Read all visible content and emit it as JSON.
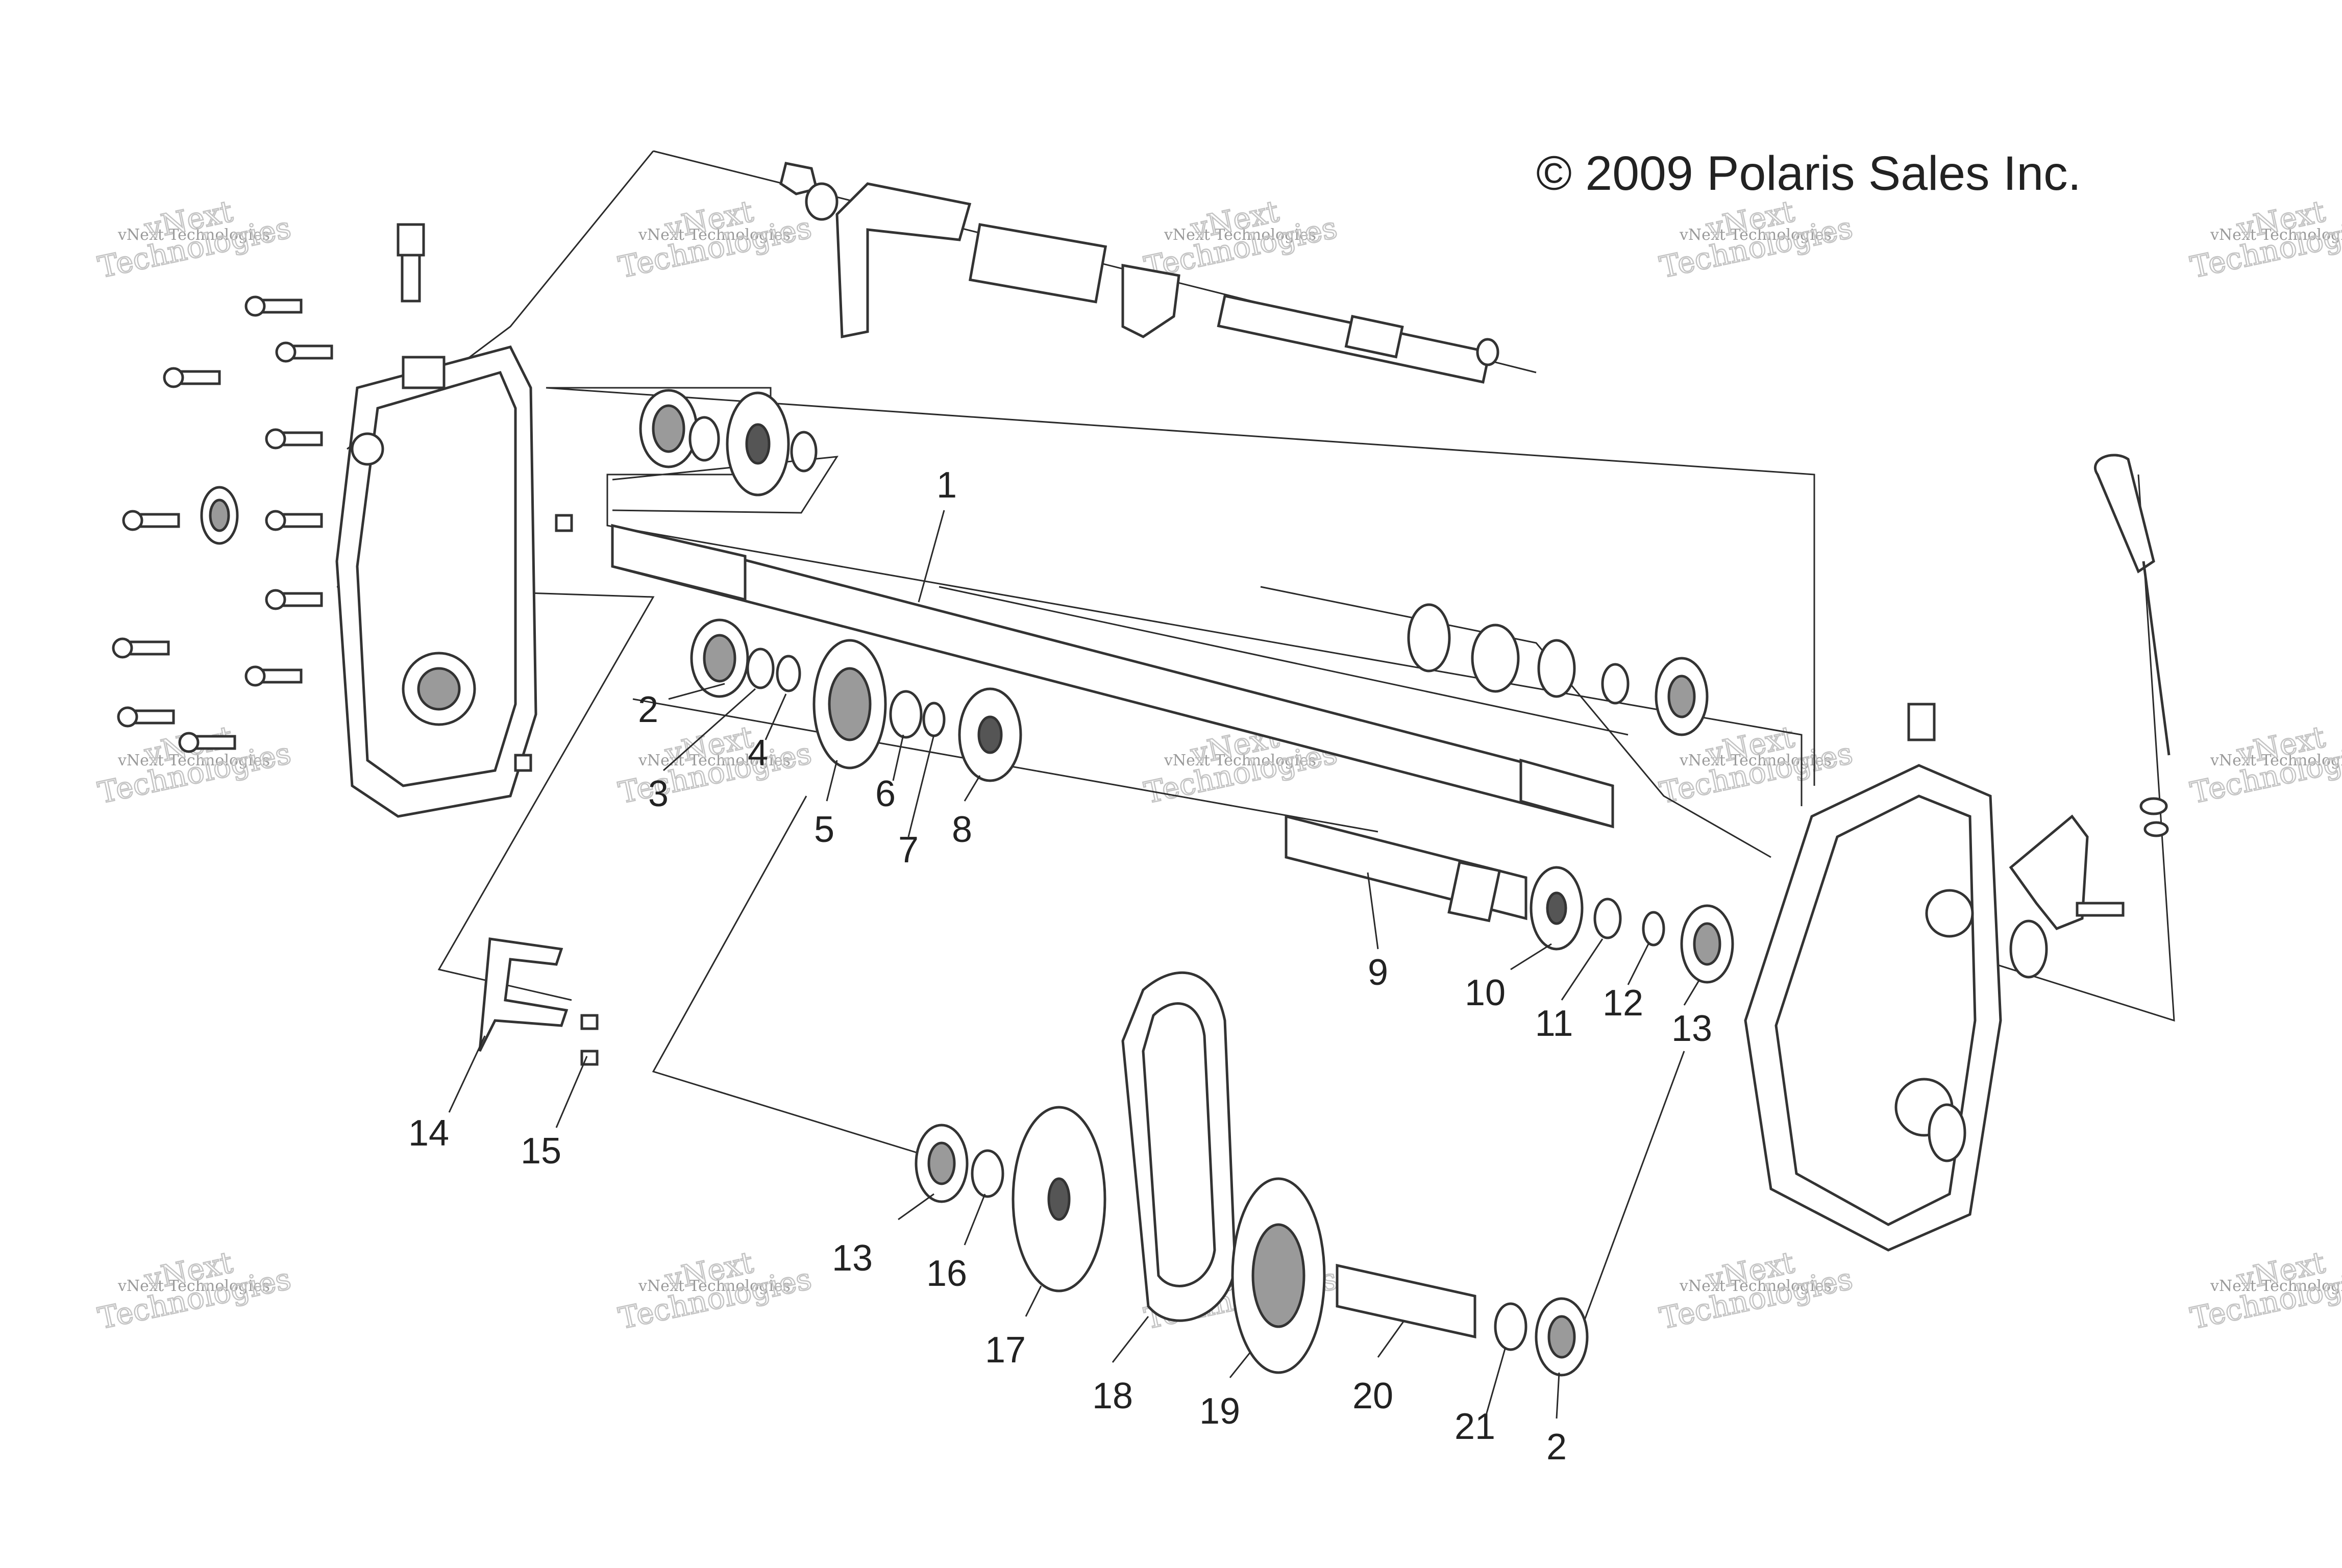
{
  "diagram": {
    "copyright": "© 2009 Polaris Sales Inc.",
    "watermark": {
      "small": "vNext Technologies",
      "large": "vNext\nTechnologies"
    },
    "callouts": [
      {
        "label": "1"
      },
      {
        "label": "2"
      },
      {
        "label": "3"
      },
      {
        "label": "4"
      },
      {
        "label": "5"
      },
      {
        "label": "6"
      },
      {
        "label": "7"
      },
      {
        "label": "8"
      },
      {
        "label": "9"
      },
      {
        "label": "10"
      },
      {
        "label": "11"
      },
      {
        "label": "12"
      },
      {
        "label": "13"
      },
      {
        "label": "14"
      },
      {
        "label": "15"
      },
      {
        "label": "13"
      },
      {
        "label": "16"
      },
      {
        "label": "17"
      },
      {
        "label": "18"
      },
      {
        "label": "19"
      },
      {
        "label": "20"
      },
      {
        "label": "21"
      },
      {
        "label": "2"
      }
    ]
  }
}
